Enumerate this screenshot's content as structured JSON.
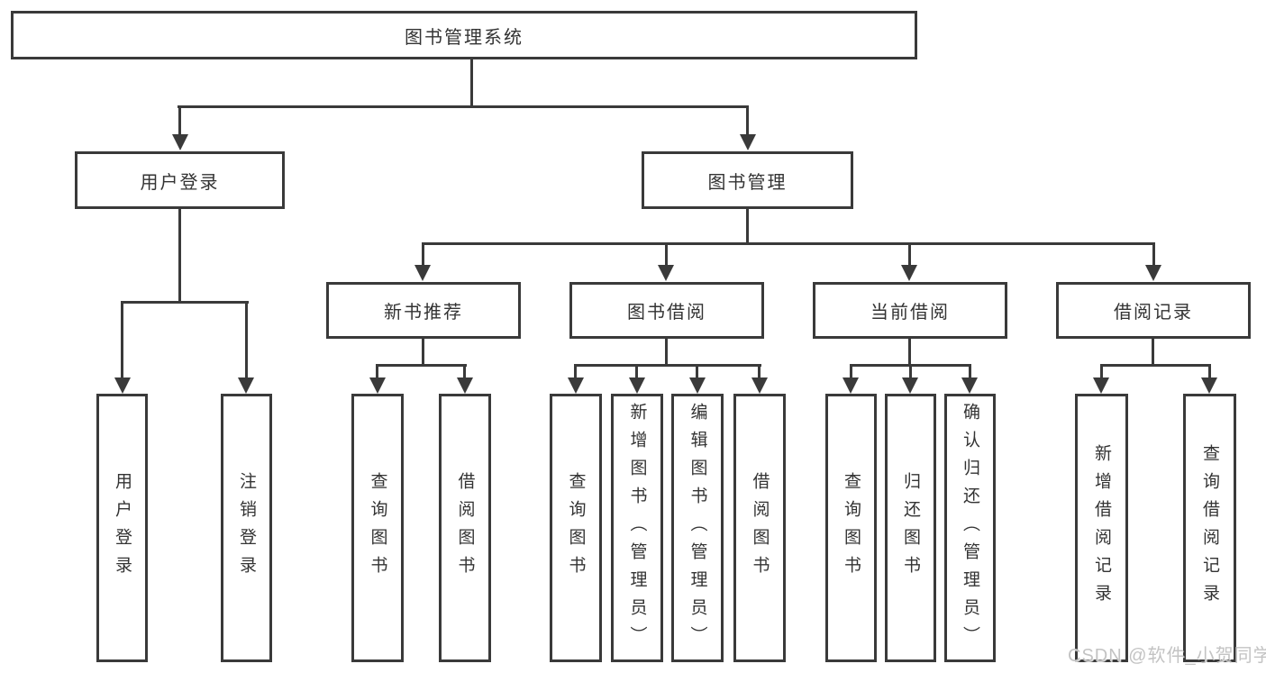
{
  "colors": {
    "line": "#3a3a3a",
    "node_border": "#3a3a3a",
    "node_text": "#333333",
    "background": "#ffffff",
    "watermark": "#c3c3c3"
  },
  "tree": {
    "root": "图书管理系统",
    "branches": [
      {
        "label": "用户登录",
        "children": [
          "用户登录",
          "注销登录"
        ]
      },
      {
        "label": "图书管理",
        "sections": [
          {
            "label": "新书推荐",
            "children": [
              "查询图书",
              "借阅图书"
            ]
          },
          {
            "label": "图书借阅",
            "children": [
              "查询图书",
              "新增图书（管理员）",
              "编辑图书（管理员）",
              "借阅图书"
            ]
          },
          {
            "label": "当前借阅",
            "children": [
              "查询图书",
              "归还图书",
              "确认归还（管理员）"
            ]
          },
          {
            "label": "借阅记录",
            "children": [
              "新增借阅记录",
              "查询借阅记录"
            ]
          }
        ]
      }
    ]
  },
  "watermark": {
    "text": "CSDN @软件_小贺同学"
  }
}
